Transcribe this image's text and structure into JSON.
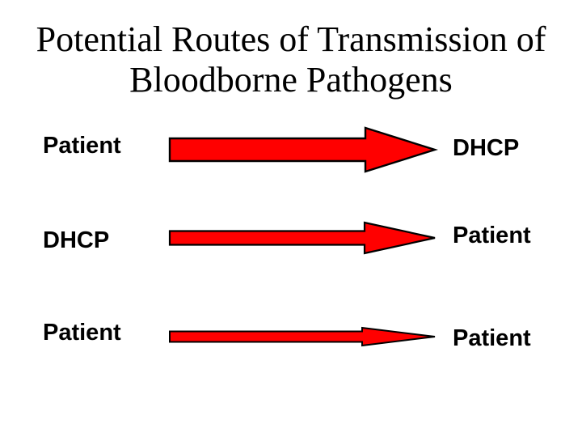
{
  "slide": {
    "title": {
      "line1": "Potential Routes of Transmission of",
      "line2": "Bloodborne Pathogens"
    },
    "colors": {
      "background": "#ffffff",
      "text": "#000000",
      "arrow_fill": "#ff0000",
      "arrow_outline": "#000000"
    },
    "routes": [
      {
        "from": "Patient",
        "to": "DHCP"
      },
      {
        "from": "DHCP",
        "to": "Patient"
      },
      {
        "from": "Patient",
        "to": "Patient"
      }
    ],
    "icons": [
      {
        "name": "arrow-right-icon",
        "meaning": "transmission direction from source to target"
      }
    ]
  }
}
